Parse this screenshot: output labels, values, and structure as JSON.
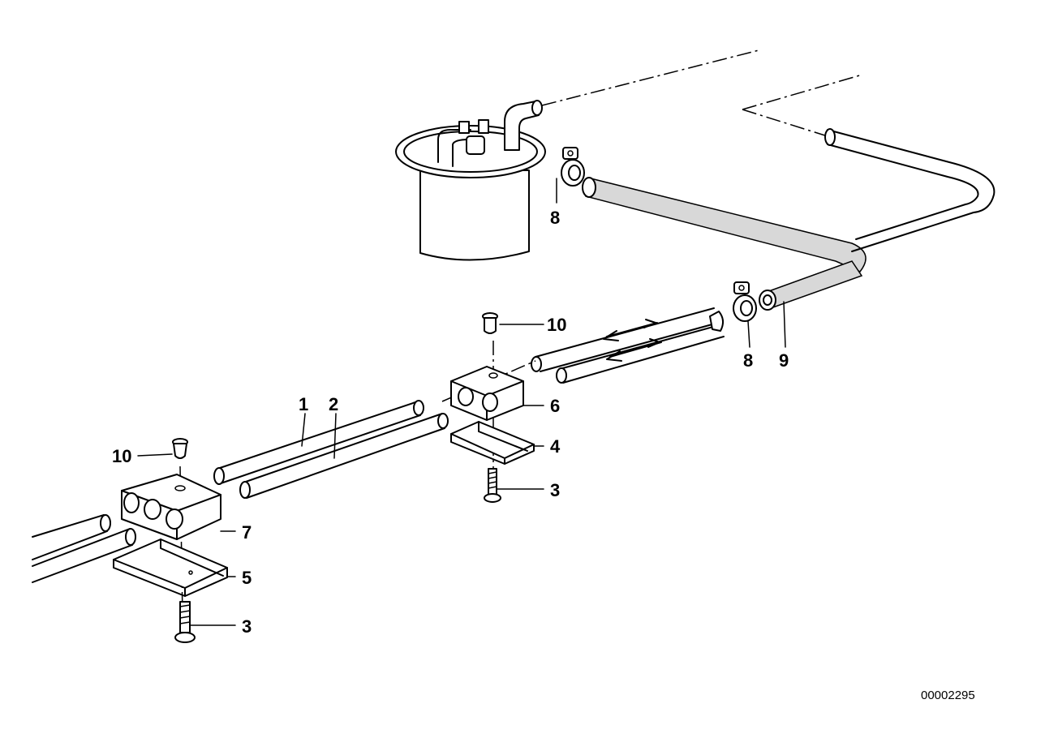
{
  "diagram": {
    "callouts": [
      {
        "id": "c1",
        "text": "1"
      },
      {
        "id": "c2",
        "text": "2"
      },
      {
        "id": "c3a",
        "text": "3"
      },
      {
        "id": "c3b",
        "text": "3"
      },
      {
        "id": "c4",
        "text": "4"
      },
      {
        "id": "c5",
        "text": "5"
      },
      {
        "id": "c6",
        "text": "6"
      },
      {
        "id": "c7",
        "text": "7"
      },
      {
        "id": "c8a",
        "text": "8"
      },
      {
        "id": "c8b",
        "text": "8"
      },
      {
        "id": "c9",
        "text": "9"
      },
      {
        "id": "c10a",
        "text": "10"
      },
      {
        "id": "c10b",
        "text": "10"
      }
    ],
    "document_number": "00002295"
  }
}
